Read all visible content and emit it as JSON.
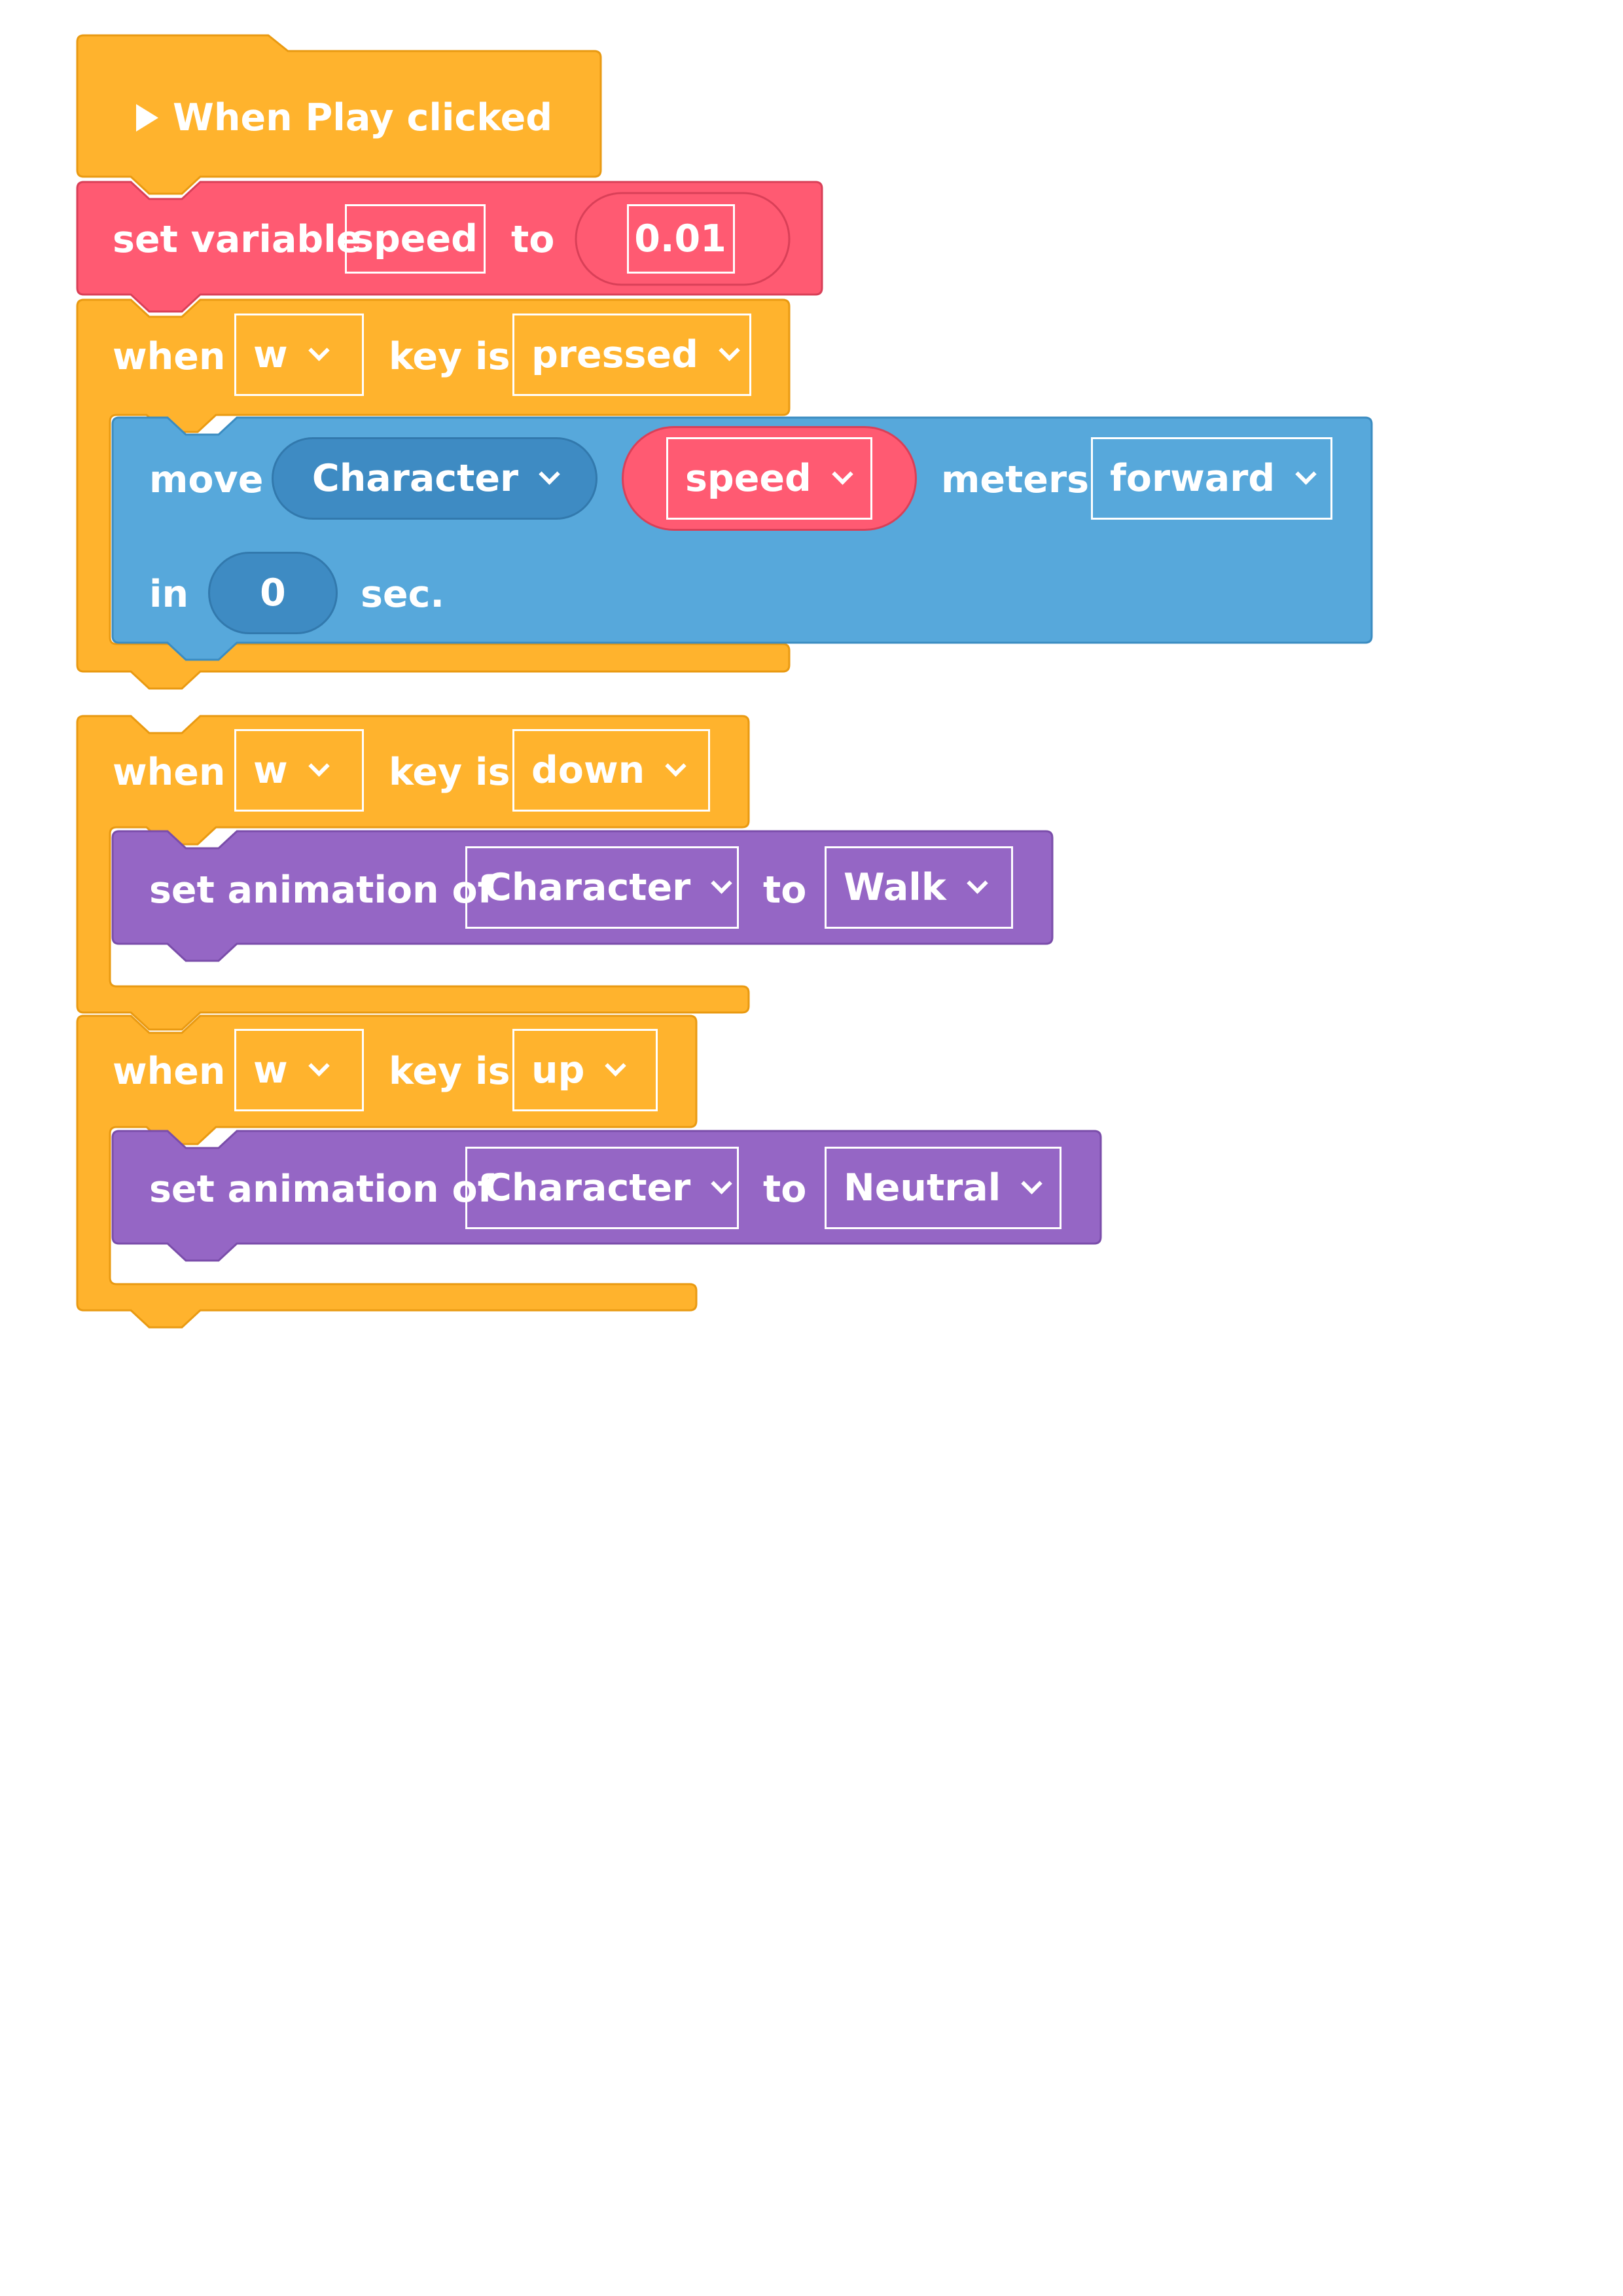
{
  "colors": {
    "events": "#FFB32D",
    "events_border": "#E99A12",
    "variables": "#FF5A72",
    "variables_border": "#D94058",
    "motion": "#57A8DB",
    "motion_border": "#3B8CC1",
    "motion_dark": "#3E8BC3",
    "looks": "#9566C5",
    "looks_border": "#7A4DAA"
  },
  "blocks": {
    "start": {
      "icon": "play-icon",
      "label": "When Play clicked"
    },
    "set_variable": {
      "label": "set variable",
      "variable": "speed",
      "to": "to",
      "value": "0.01"
    },
    "key_pressed": {
      "when": "when",
      "key": "w",
      "key_is": "key is",
      "state": "pressed",
      "move": {
        "label": "move",
        "object": "Character",
        "amount": "speed",
        "meters": "meters",
        "direction": "forward",
        "in": "in",
        "seconds": "0",
        "sec": "sec."
      }
    },
    "key_down": {
      "when": "when",
      "key": "w",
      "key_is": "key is",
      "state": "down",
      "set_animation": {
        "label": "set animation of",
        "object": "Character",
        "to": "to",
        "animation": "Walk"
      }
    },
    "key_up": {
      "when": "when",
      "key": "w",
      "key_is": "key is",
      "state": "up",
      "set_animation": {
        "label": "set animation of",
        "object": "Character",
        "to": "to",
        "animation": "Neutral"
      }
    }
  }
}
